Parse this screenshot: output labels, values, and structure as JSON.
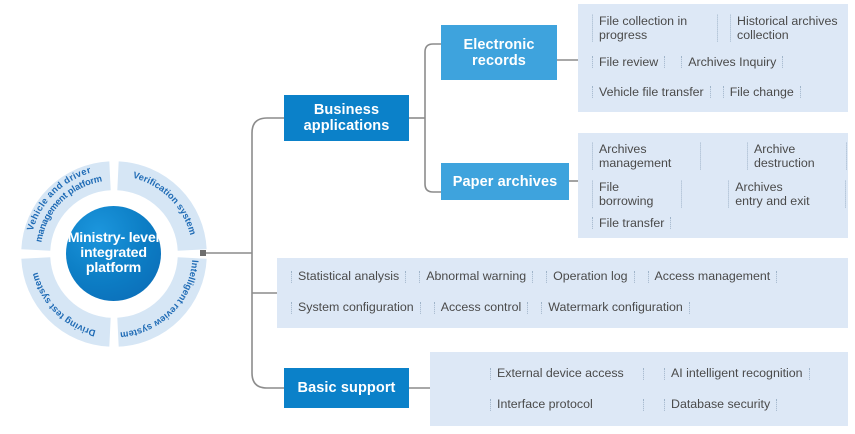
{
  "hub": {
    "center_label": "Ministry-\nlevel\nintegrated\nplatform",
    "ring_segments": [
      {
        "label": "Vehicle and driver management platform",
        "position": "top-left"
      },
      {
        "label": "Verification system",
        "position": "top-right"
      },
      {
        "label": "Intelligent review system",
        "position": "bottom-right"
      },
      {
        "label": "Driving test system",
        "position": "bottom-left"
      }
    ],
    "colors": {
      "core_blue": "#0d7fc6",
      "ring_fill": "#d6e6f5",
      "ring_text": "#1f6bb5"
    }
  },
  "colors": {
    "chip_dark": "#0b81c9",
    "chip_light": "#3ea3dd",
    "panel_bg": "#dde8f6",
    "connector": "#8c8c8c",
    "tag_text": "#4a4a4a",
    "separator": "#9fb4c9"
  },
  "branches": [
    {
      "id": "business-applications",
      "label": "Business applications",
      "style": "dark",
      "children": [
        {
          "id": "electronic-records",
          "label": "Electronic records",
          "style": "light",
          "rows": [
            [
              "File collection in\nprogress",
              "Historical archives\ncollection"
            ],
            [
              "File review",
              "Archives Inquiry"
            ],
            [
              "Vehicle file transfer",
              "File change"
            ]
          ]
        },
        {
          "id": "paper-archives",
          "label": "Paper archives",
          "style": "light",
          "rows": [
            [
              "Archives\nmanagement",
              "Archive\ndestruction"
            ],
            [
              "File borrowing",
              "Archives\nentry and exit"
            ],
            [
              "File transfer",
              ""
            ]
          ]
        }
      ]
    },
    {
      "id": "management-functions",
      "label": "",
      "style": "none",
      "rows": [
        [
          "Statistical analysis",
          "Abnormal warning",
          "Operation log",
          "Access management"
        ],
        [
          "System configuration",
          "Access control",
          "Watermark configuration"
        ]
      ]
    },
    {
      "id": "basic-support",
      "label": "Basic support",
      "style": "dark",
      "rows": [
        [
          "External device access",
          "AI intelligent recognition"
        ],
        [
          "Interface protocol",
          "Database security"
        ]
      ]
    }
  ]
}
